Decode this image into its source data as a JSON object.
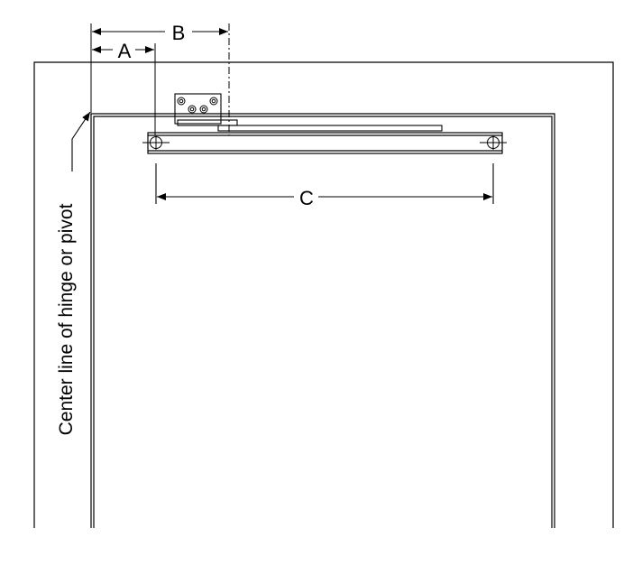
{
  "labels": {
    "a": "A",
    "b": "B",
    "c": "C",
    "pivot": "Center line of hinge or pivot"
  },
  "colors": {
    "line": "#000000",
    "background": "#ffffff"
  }
}
